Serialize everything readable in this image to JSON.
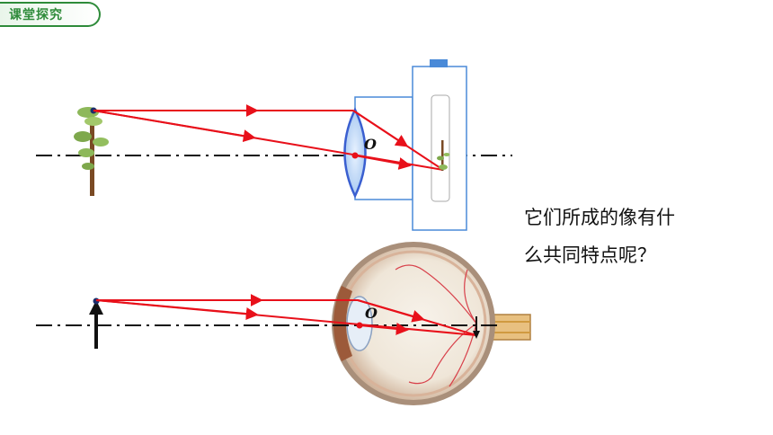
{
  "header": {
    "tag_label": "课堂探究"
  },
  "diagram": {
    "camera_center_label": "O",
    "eye_center_label": "O"
  },
  "question": {
    "line1": "它们所成的像有什",
    "line2": "么共同特点呢？"
  },
  "colors": {
    "ray": "#e8101a",
    "axis": "#111111",
    "tag_border": "#2e8b3a",
    "lens_fill": "#bcd7f5",
    "lens_edge": "#3a5fd0",
    "camera_box": "#4a8ad8"
  }
}
